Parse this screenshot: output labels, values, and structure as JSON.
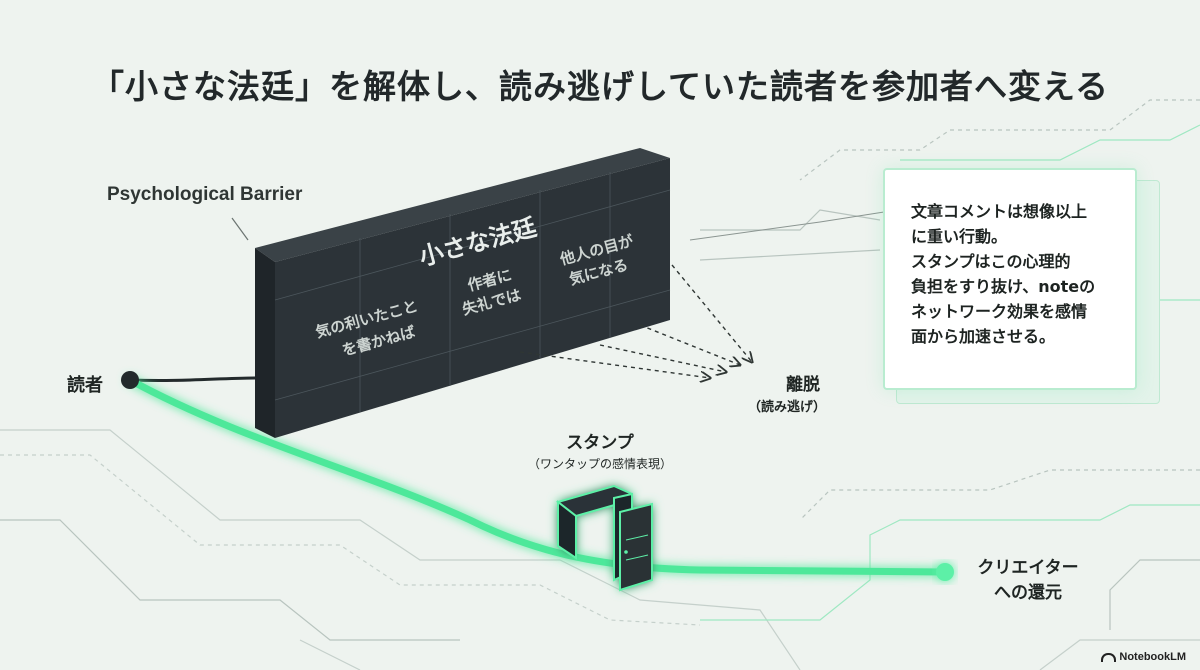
{
  "title": "「小さな法廷」を解体し、読み逃げしていた読者を参加者へ変える",
  "barrier_label": "Psychological Barrier",
  "wall": {
    "heading": "小さな法廷",
    "phrase_1": [
      "気の利いたこと",
      "を書かねば"
    ],
    "phrase_2": [
      "作者に",
      "失礼では"
    ],
    "phrase_3": [
      "他人の目が",
      "気になる"
    ]
  },
  "reader": "読者",
  "exit": {
    "label": "離脱",
    "sub": "（読み逃げ）"
  },
  "stamp": {
    "label": "スタンプ",
    "sub": "（ワンタップの感情表現）"
  },
  "creator": [
    "クリエイター",
    "への還元"
  ],
  "note_lines": [
    "文章コメントは想像以上",
    "に重い行動。",
    "スタンプはこの心理的",
    "負担をすり抜け、noteの",
    "ネットワーク効果を感情",
    "面から加速させる。"
  ],
  "watermark": "NotebookLM",
  "colors": {
    "accent": "#4ee89a",
    "wall": "#2c3338",
    "background": "#eef3ef"
  }
}
